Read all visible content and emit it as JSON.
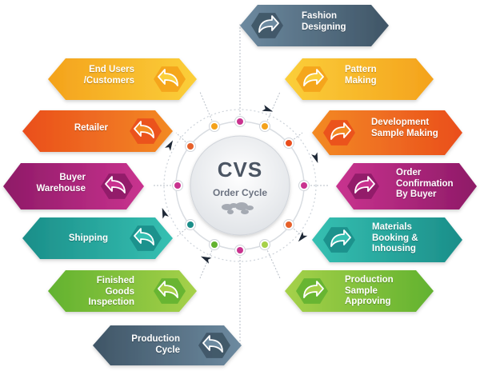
{
  "center": {
    "title": "CVS",
    "subtitle": "Order Cycle"
  },
  "stages": [
    {
      "label": "Fashion\nDesigning",
      "side": "right",
      "color": "#3f5566",
      "color2": "#6d8aa0"
    },
    {
      "label": "Pattern\nMaking",
      "side": "right",
      "color": "#f4a21c",
      "color2": "#fbcf3a"
    },
    {
      "label": "Development\nSample Making",
      "side": "right",
      "color": "#ea4e1d",
      "color2": "#f38a24"
    },
    {
      "label": "Order\nConfirmation\nBy Buyer",
      "side": "right",
      "color": "#8e1a67",
      "color2": "#c9338f"
    },
    {
      "label": "Materials\nBooking &\nInhousing",
      "side": "right",
      "color": "#1b8e89",
      "color2": "#36c0b2"
    },
    {
      "label": "Production\nSample\nApproving",
      "side": "right",
      "color": "#62b22f",
      "color2": "#a6d14a"
    },
    {
      "label": "Production\nCycle",
      "side": "left",
      "color": "#3f5566",
      "color2": "#6d8aa0"
    },
    {
      "label": "Finished\nGoods\nInspection",
      "side": "left",
      "color": "#62b22f",
      "color2": "#a6d14a"
    },
    {
      "label": "Shipping",
      "side": "left",
      "color": "#1b8e89",
      "color2": "#36c0b2"
    },
    {
      "label": "Buyer\nWarehouse",
      "side": "left",
      "color": "#8e1a67",
      "color2": "#c9338f"
    },
    {
      "label": "Retailer",
      "side": "left",
      "color": "#ea4e1d",
      "color2": "#f38a24"
    },
    {
      "label": "End Users\n/Customers",
      "side": "left",
      "color": "#f4a21c",
      "color2": "#fbcf3a"
    }
  ],
  "icons": {
    "stage_icon": "curved-arrow-icon",
    "center_icon": "world-map-icon"
  },
  "colors": {
    "ring": "#d9dde2",
    "center_fill": "#f3f4f6",
    "arrow_dark": "#1f2937"
  }
}
